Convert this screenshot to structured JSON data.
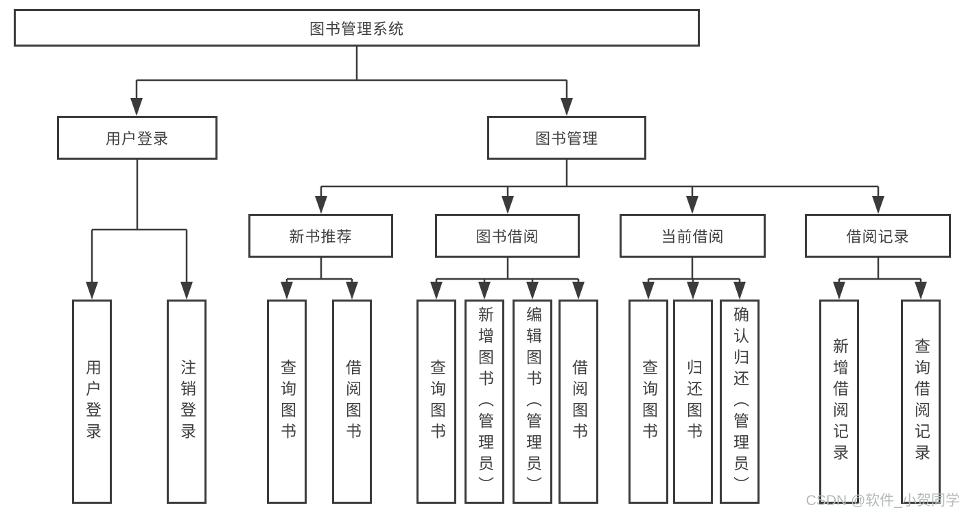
{
  "tree": {
    "root": {
      "label": "图书管理系统"
    },
    "branches": [
      {
        "label": "用户登录",
        "leaves": [
          {
            "label": "用户登录"
          },
          {
            "label": "注销登录"
          }
        ]
      },
      {
        "label": "图书管理",
        "groups": [
          {
            "label": "新书推荐",
            "leaves": [
              {
                "label": "查询图书"
              },
              {
                "label": "借阅图书"
              }
            ]
          },
          {
            "label": "图书借阅",
            "leaves": [
              {
                "label": "查询图书"
              },
              {
                "label": "新增图书（管理员）"
              },
              {
                "label": "编辑图书（管理员）"
              },
              {
                "label": "借阅图书"
              }
            ]
          },
          {
            "label": "当前借阅",
            "leaves": [
              {
                "label": "查询图书"
              },
              {
                "label": "归还图书"
              },
              {
                "label": "确认归还（管理员）"
              }
            ]
          },
          {
            "label": "借阅记录",
            "leaves": [
              {
                "label": "新增借阅记录"
              },
              {
                "label": "查询借阅记录"
              }
            ]
          }
        ]
      }
    ]
  },
  "watermark": {
    "text": "CSDN @软件_小贺同学"
  },
  "colors": {
    "line": "#3b3b3b",
    "text": "#3f3f3f",
    "box_background": "#ffffff",
    "watermark": "#b3b9bc"
  }
}
